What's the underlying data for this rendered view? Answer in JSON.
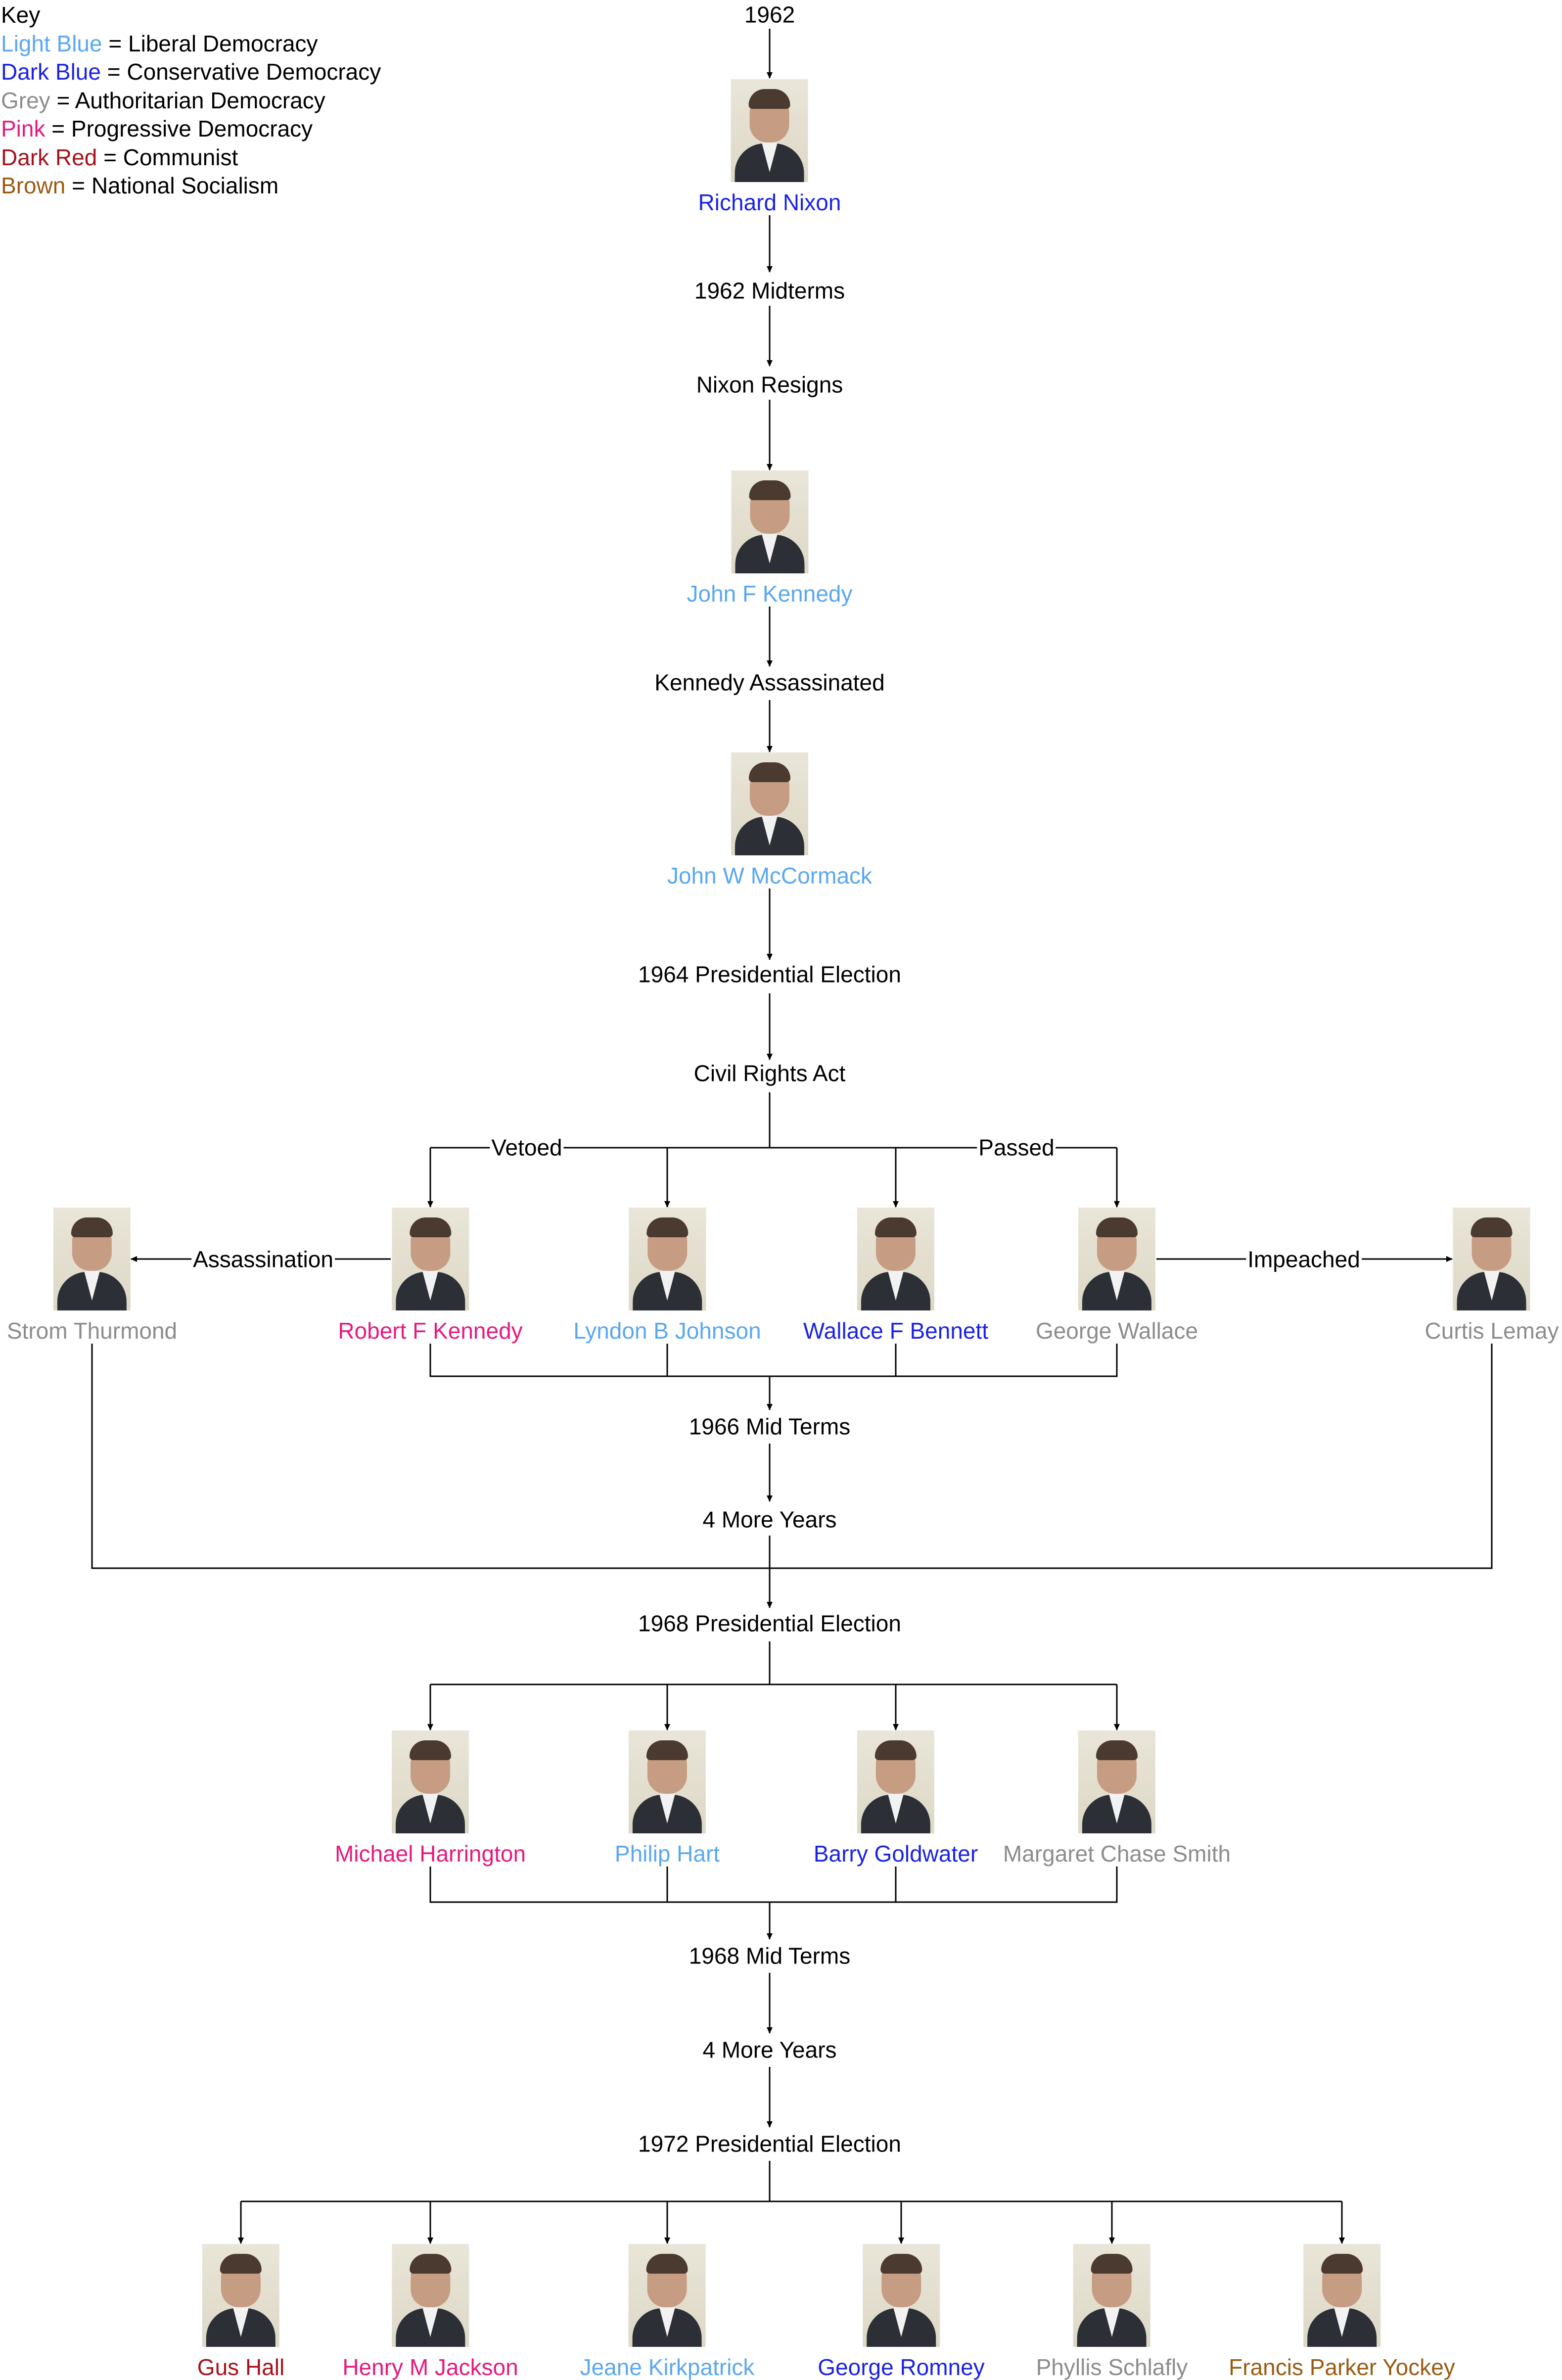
{
  "key": {
    "title": "Key",
    "entries": [
      {
        "color_name": "Light Blue",
        "meaning": "Liberal Democracy",
        "color": "#5aa7f0"
      },
      {
        "color_name": "Dark Blue",
        "meaning": "Conservative Democracy",
        "color": "#1a22e6"
      },
      {
        "color_name": "Grey",
        "meaning": "Authoritarian Democracy",
        "color": "#8c8c8c"
      },
      {
        "color_name": "Pink",
        "meaning": "Progressive Democracy",
        "color": "#e6197f"
      },
      {
        "color_name": "Dark Red",
        "meaning": "Communist",
        "color": "#a5121a"
      },
      {
        "color_name": "Brown",
        "meaning": "National Socialism",
        "color": "#9a5a12"
      }
    ],
    "separator": "="
  },
  "events": {
    "start": "1962",
    "midterms_1962": "1962 Midterms",
    "nixon_resigns": "Nixon Resigns",
    "kennedy_assassinated": "Kennedy Assassinated",
    "election_1964": "1964 Presidential Election",
    "civil_rights_act": "Civil Rights Act",
    "midterms_1966": "1966 Mid Terms",
    "more_years_1": "4 More Years",
    "election_1968": "1968 Presidential Election",
    "midterms_1968": "1968 Mid Terms",
    "more_years_2": "4 More Years",
    "election_1972": "1972 Presidential Election"
  },
  "edge_labels": {
    "vetoed": "Vetoed",
    "passed": "Passed",
    "assassination": "Assassination",
    "impeached": "Impeached"
  },
  "people": {
    "nixon": {
      "name": "Richard Nixon",
      "color": "#1a22e6",
      "icon": "portrait-richard-nixon"
    },
    "jfk": {
      "name": "John F Kennedy",
      "color": "#5aa7f0",
      "icon": "portrait-john-f-kennedy"
    },
    "mccormack": {
      "name": "John W McCormack",
      "color": "#5aa7f0",
      "icon": "portrait-john-w-mccormack"
    },
    "thurmond": {
      "name": "Strom Thurmond",
      "color": "#8c8c8c",
      "icon": "portrait-strom-thurmond"
    },
    "rfk": {
      "name": "Robert F Kennedy",
      "color": "#e6197f",
      "icon": "portrait-robert-f-kennedy"
    },
    "lbj": {
      "name": "Lyndon B Johnson",
      "color": "#5aa7f0",
      "icon": "portrait-lyndon-b-johnson"
    },
    "bennett": {
      "name": "Wallace F Bennett",
      "color": "#1a22e6",
      "icon": "portrait-wallace-f-bennett"
    },
    "wallace": {
      "name": "George Wallace",
      "color": "#8c8c8c",
      "icon": "portrait-george-wallace"
    },
    "lemay": {
      "name": "Curtis Lemay",
      "color": "#8c8c8c",
      "icon": "portrait-curtis-lemay"
    },
    "harrington": {
      "name": "Michael Harrington",
      "color": "#e6197f",
      "icon": "portrait-michael-harrington"
    },
    "hart": {
      "name": "Philip Hart",
      "color": "#5aa7f0",
      "icon": "portrait-philip-hart"
    },
    "goldwater": {
      "name": "Barry Goldwater",
      "color": "#1a22e6",
      "icon": "portrait-barry-goldwater"
    },
    "smith": {
      "name": "Margaret Chase Smith",
      "color": "#8c8c8c",
      "icon": "portrait-margaret-chase-smith"
    },
    "hall": {
      "name": "Gus Hall",
      "color": "#a5121a",
      "icon": "portrait-gus-hall"
    },
    "jackson": {
      "name": "Henry M Jackson",
      "color": "#e6197f",
      "icon": "portrait-henry-m-jackson"
    },
    "kirkpatrick": {
      "name": "Jeane Kirkpatrick",
      "color": "#5aa7f0",
      "icon": "portrait-jeane-kirkpatrick"
    },
    "romney": {
      "name": "George Romney",
      "color": "#1a22e6",
      "icon": "portrait-george-romney"
    },
    "schlafly": {
      "name": "Phyllis Schlafly",
      "color": "#8c8c8c",
      "icon": "portrait-phyllis-schlafly"
    },
    "yockey": {
      "name": "Francis Parker Yockey",
      "color": "#9a5a12",
      "icon": "portrait-francis-parker-yockey"
    }
  }
}
